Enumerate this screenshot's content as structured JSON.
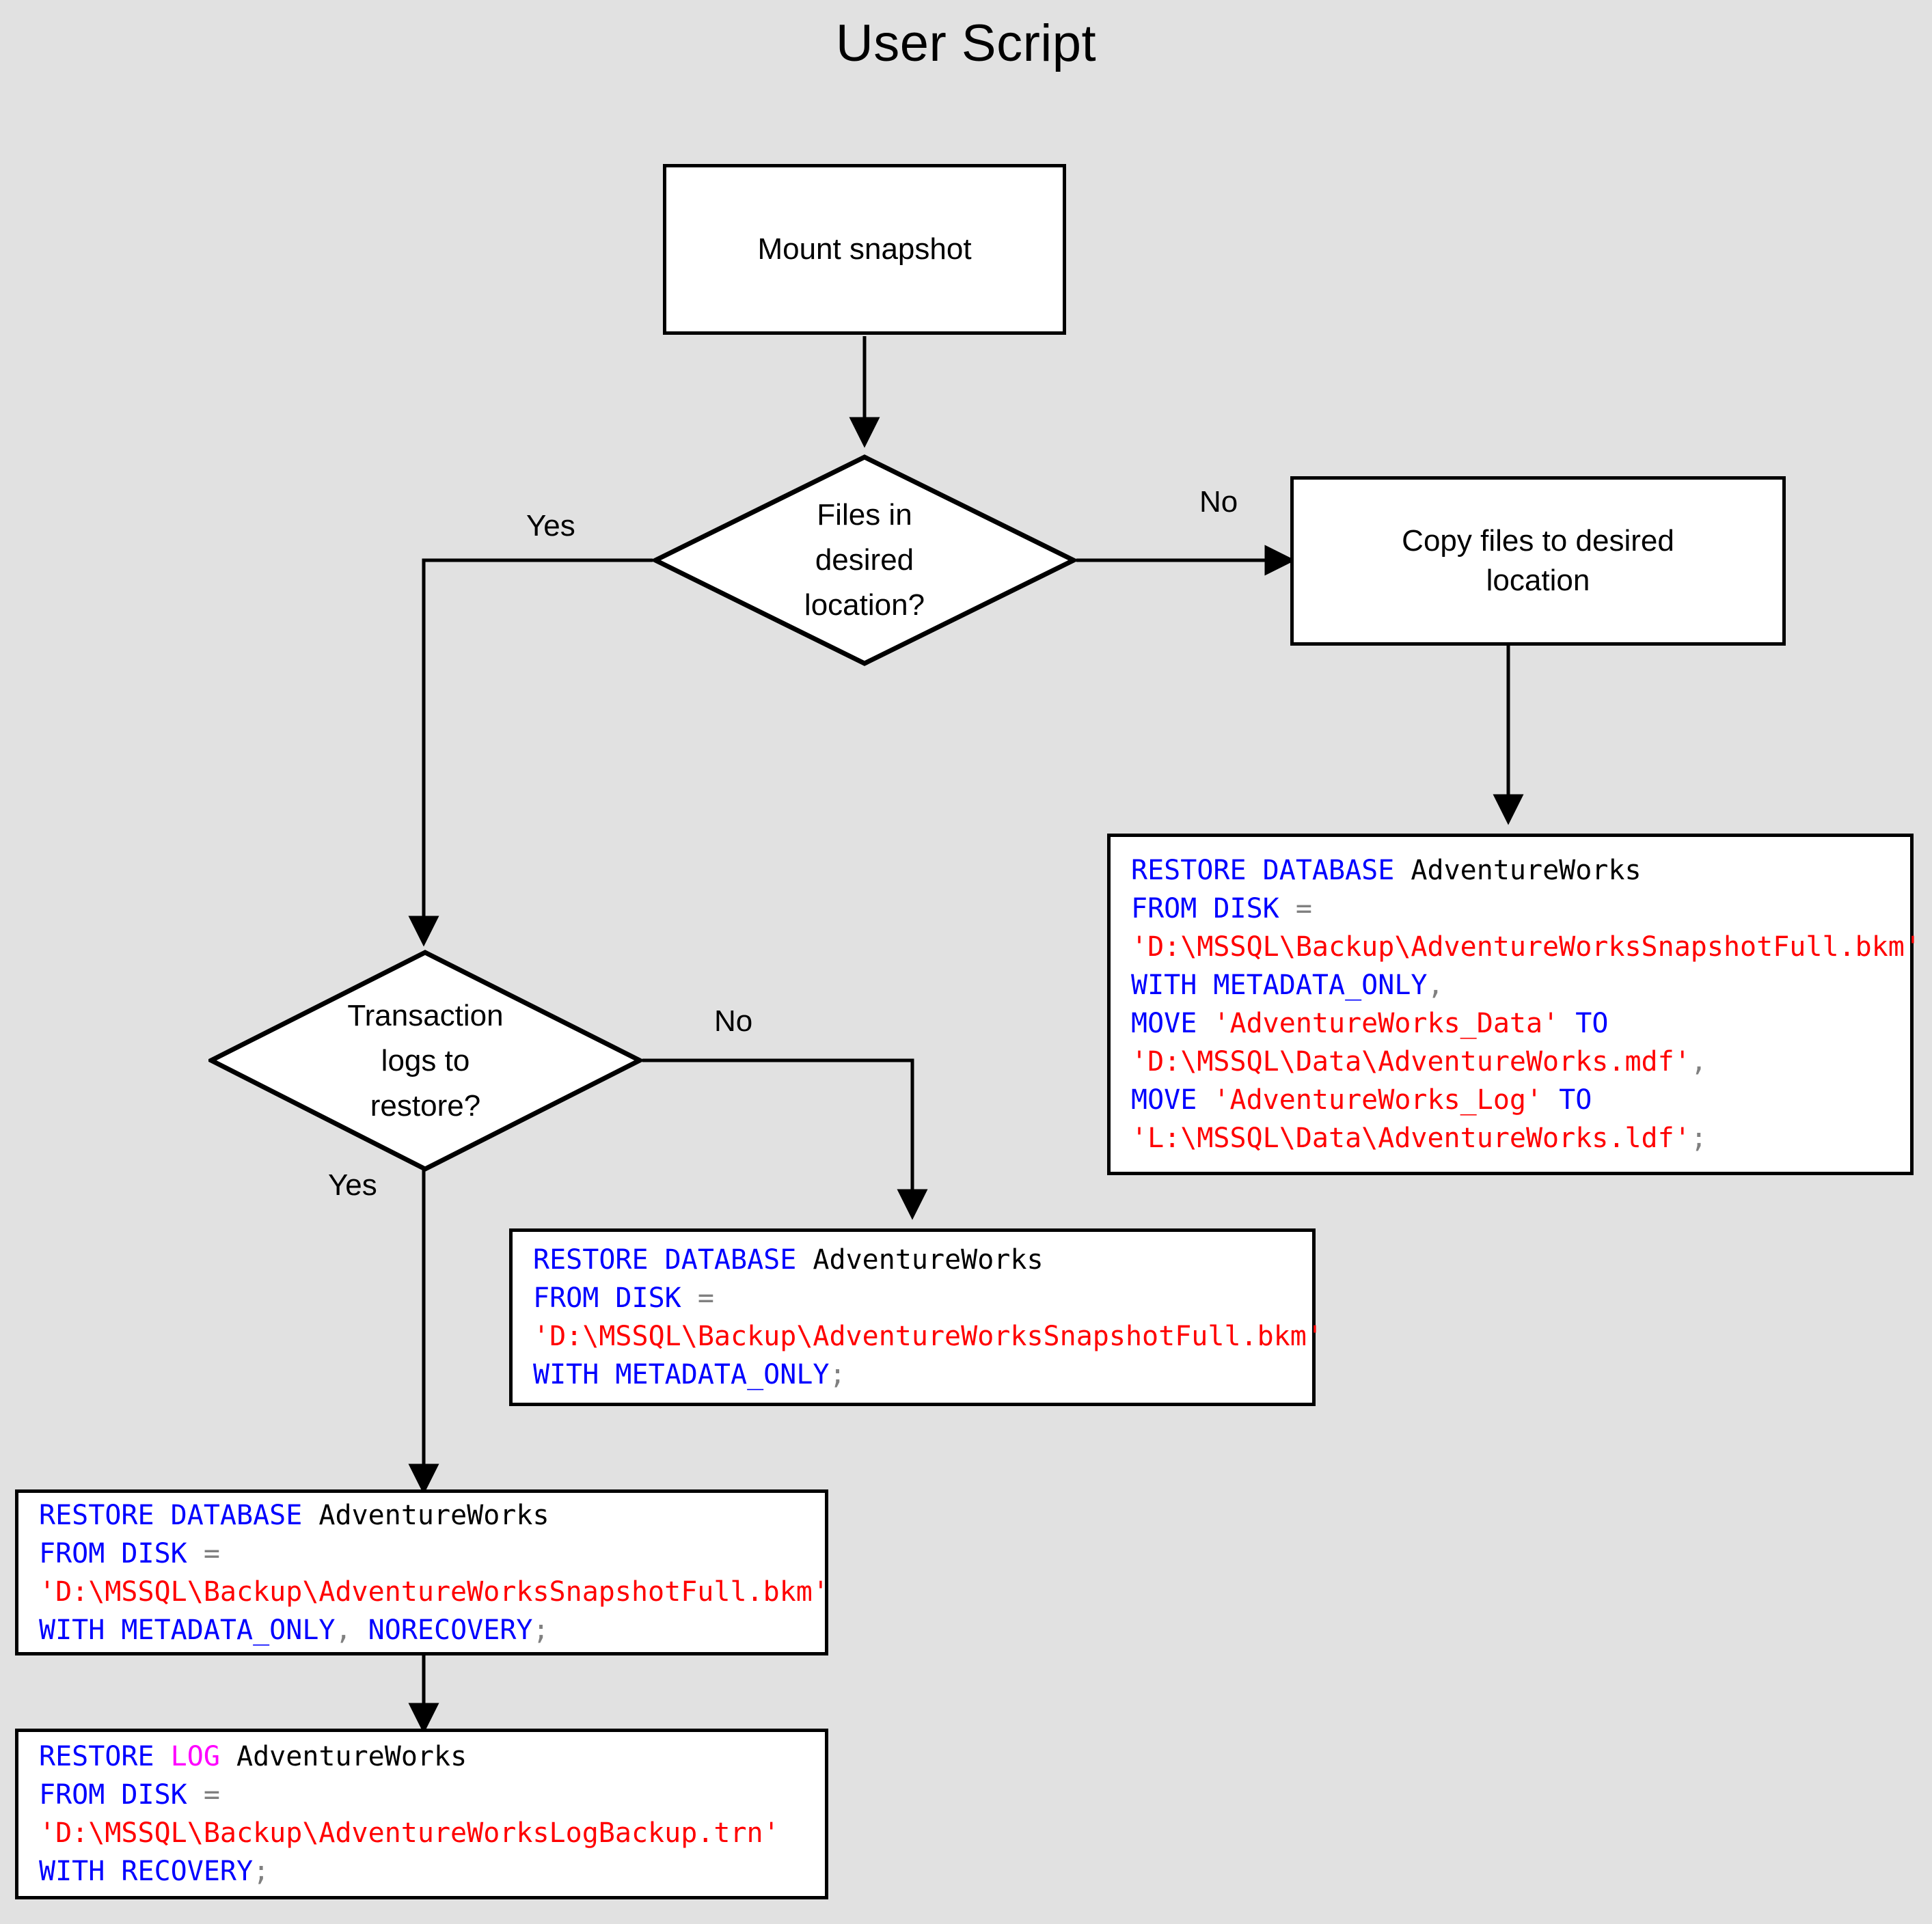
{
  "title": "User Script",
  "colors": {
    "background": "#e1e1e1",
    "node_fill": "#ffffff",
    "stroke": "#000000",
    "sql_keyword": "#0000ff",
    "sql_keyword_alt": "#ff00ff",
    "sql_string": "#ff0000",
    "sql_operator": "#808080",
    "sql_identifier": "#000000"
  },
  "nodes": {
    "mount_snapshot": {
      "label": "Mount snapshot"
    },
    "files_decision": {
      "label": "Files in\ndesired\nlocation?"
    },
    "copy_files": {
      "label": "Copy files to desired\nlocation"
    },
    "logs_decision": {
      "label": "Transaction\nlogs to\nrestore?"
    }
  },
  "edge_labels": {
    "files_yes": "Yes",
    "files_no": "No",
    "logs_no": "No",
    "logs_yes": "Yes"
  },
  "code_blocks": {
    "restore_with_move": {
      "lines": [
        [
          {
            "t": "RESTORE DATABASE ",
            "c": "kw"
          },
          {
            "t": "AdventureWorks",
            "c": "id"
          }
        ],
        [
          {
            "t": "FROM DISK ",
            "c": "kw"
          },
          {
            "t": "=",
            "c": "op"
          }
        ],
        [
          {
            "t": "'D:\\MSSQL\\Backup\\AdventureWorksSnapshotFull.bkm'",
            "c": "str"
          }
        ],
        [
          {
            "t": "WITH METADATA_ONLY",
            "c": "kw"
          },
          {
            "t": ",",
            "c": "op"
          }
        ],
        [
          {
            "t": "MOVE ",
            "c": "kw"
          },
          {
            "t": "'AdventureWorks_Data'",
            "c": "str"
          },
          {
            "t": " TO",
            "c": "kw"
          }
        ],
        [
          {
            "t": "'D:\\MSSQL\\Data\\AdventureWorks.mdf'",
            "c": "str"
          },
          {
            "t": ",",
            "c": "op"
          }
        ],
        [
          {
            "t": "MOVE ",
            "c": "kw"
          },
          {
            "t": "'AdventureWorks_Log'",
            "c": "str"
          },
          {
            "t": " TO",
            "c": "kw"
          }
        ],
        [
          {
            "t": "'L:\\MSSQL\\Data\\AdventureWorks.ldf'",
            "c": "str"
          },
          {
            "t": ";",
            "c": "op"
          }
        ]
      ]
    },
    "restore_metadata_only": {
      "lines": [
        [
          {
            "t": "RESTORE DATABASE ",
            "c": "kw"
          },
          {
            "t": "AdventureWorks",
            "c": "id"
          }
        ],
        [
          {
            "t": "FROM DISK ",
            "c": "kw"
          },
          {
            "t": "=",
            "c": "op"
          }
        ],
        [
          {
            "t": "'D:\\MSSQL\\Backup\\AdventureWorksSnapshotFull.bkm'",
            "c": "str"
          }
        ],
        [
          {
            "t": "WITH METADATA_ONLY",
            "c": "kw"
          },
          {
            "t": ";",
            "c": "op"
          }
        ]
      ]
    },
    "restore_norecovery": {
      "lines": [
        [
          {
            "t": "RESTORE DATABASE ",
            "c": "kw"
          },
          {
            "t": "AdventureWorks",
            "c": "id"
          }
        ],
        [
          {
            "t": "FROM DISK ",
            "c": "kw"
          },
          {
            "t": "=",
            "c": "op"
          }
        ],
        [
          {
            "t": "'D:\\MSSQL\\Backup\\AdventureWorksSnapshotFull.bkm'",
            "c": "str"
          }
        ],
        [
          {
            "t": "WITH METADATA_ONLY",
            "c": "kw"
          },
          {
            "t": ", ",
            "c": "op"
          },
          {
            "t": "NORECOVERY",
            "c": "kw"
          },
          {
            "t": ";",
            "c": "op"
          }
        ]
      ]
    },
    "restore_log": {
      "lines": [
        [
          {
            "t": "RESTORE ",
            "c": "kw"
          },
          {
            "t": "LOG",
            "c": "kw2"
          },
          {
            "t": " ",
            "c": "id"
          },
          {
            "t": "AdventureWorks",
            "c": "id"
          }
        ],
        [
          {
            "t": "FROM DISK ",
            "c": "kw"
          },
          {
            "t": "=",
            "c": "op"
          }
        ],
        [
          {
            "t": "'D:\\MSSQL\\Backup\\AdventureWorksLogBackup.trn'",
            "c": "str"
          }
        ],
        [
          {
            "t": "WITH RECOVERY",
            "c": "kw"
          },
          {
            "t": ";",
            "c": "op"
          }
        ]
      ]
    }
  }
}
